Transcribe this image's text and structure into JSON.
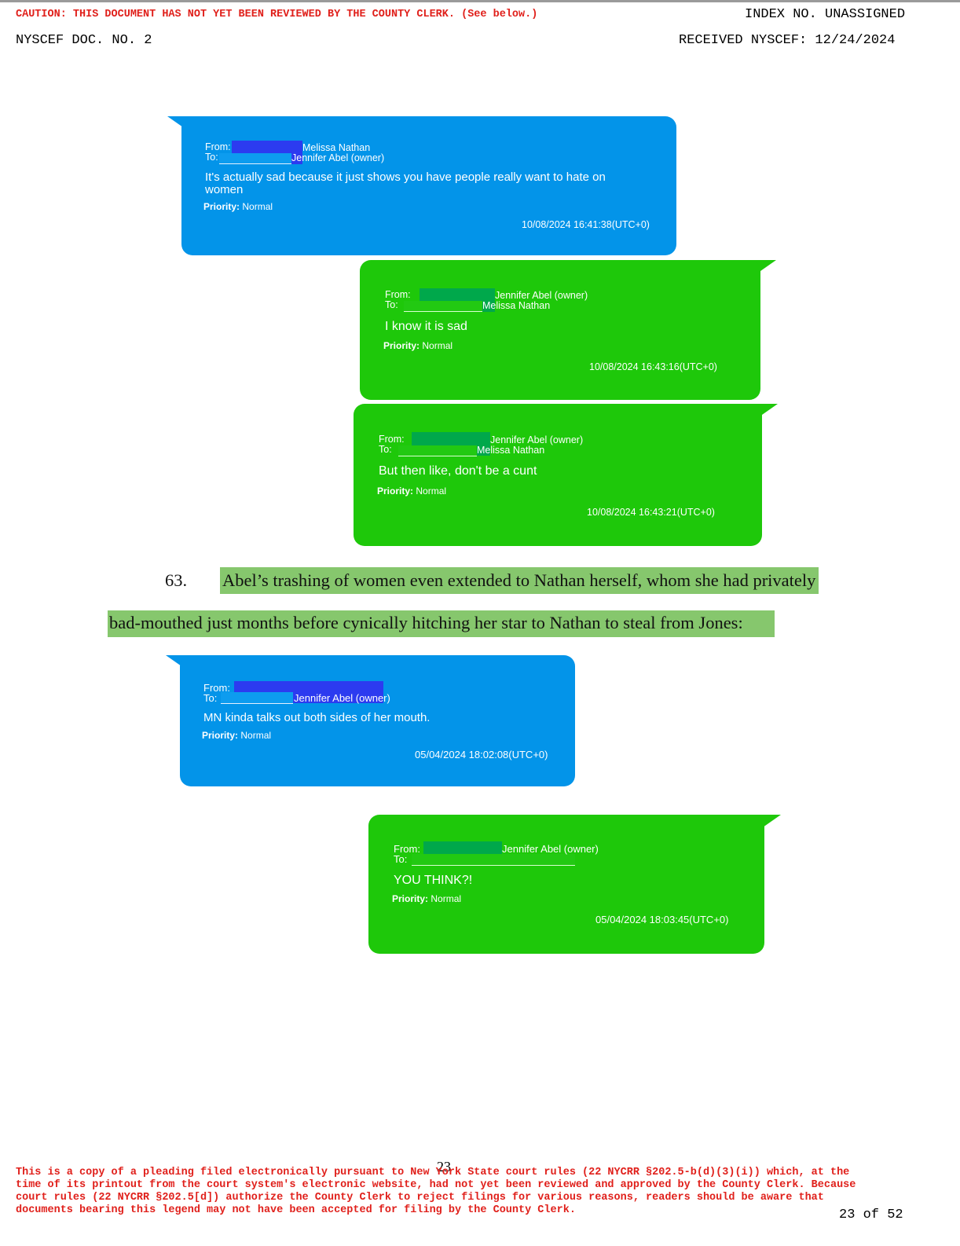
{
  "header": {
    "caution": "CAUTION: THIS DOCUMENT HAS NOT YET BEEN REVIEWED BY THE COUNTY CLERK. (See below.)",
    "index_no": "INDEX NO. UNASSIGNED",
    "doc_no": "NYSCEF DOC. NO. 2",
    "received": "RECEIVED NYSCEF: 12/24/2024"
  },
  "messages": [
    {
      "from_label": "From:",
      "to_label": "To:",
      "from_name": "Melissa  Nathan",
      "to_name": "Jennifer Abel (owner)",
      "text": "It's actually sad because it just shows you have people really want to hate on women",
      "priority_label": "Priority:",
      "priority": "Normal",
      "timestamp": "10/08/2024 16:41:38(UTC+0)",
      "color": "#0394e9"
    },
    {
      "from_label": "From:",
      "to_label": "To:",
      "from_name": "Jennifer Abel (owner)",
      "to_name": "Melissa  Nathan",
      "text": "I know it is sad",
      "priority_label": "Priority:",
      "priority": "Normal",
      "timestamp": "10/08/2024 16:43:16(UTC+0)",
      "color": "#1ec80a"
    },
    {
      "from_label": "From:",
      "to_label": "To:",
      "from_name": "Jennifer Abel (owner)",
      "to_name": "Melissa  Nathan",
      "text": "But then like, don't be a cunt",
      "priority_label": "Priority:",
      "priority": "Normal",
      "timestamp": "10/08/2024 16:43:21(UTC+0)",
      "color": "#1ec80a"
    },
    {
      "from_label": "From:",
      "to_label": "To:",
      "to_name": "Jennifer Abel (owner)",
      "text": "MN kinda talks out both sides of her mouth.",
      "priority_label": "Priority:",
      "priority": "Normal",
      "timestamp": "05/04/2024 18:02:08(UTC+0)",
      "color": "#0394e9"
    },
    {
      "from_label": "From:",
      "to_label": "To:",
      "from_name": "Jennifer Abel (owner)",
      "text": "YOU THINK?!",
      "priority_label": "Priority:",
      "priority": "Normal",
      "timestamp": "05/04/2024 18:03:45(UTC+0)",
      "color": "#1ec80a"
    }
  ],
  "paragraph": {
    "number": "63.",
    "line1": "Abel’s trashing of women even extended to Nathan herself, whom she had privately",
    "line2": "bad-mouthed just months before cynically hitching her star to Nathan to steal from Jones",
    "line2_end": ":",
    "highlight_color": "#86c76d"
  },
  "footer": {
    "page_number": "23",
    "legend": "This is a copy of a pleading filed electronically pursuant to New York State court rules (22 NYCRR §202.5-b(d)(3)(i)) which, at the time of its printout from the court system's electronic website, had not yet been reviewed and approved by the County Clerk. Because court rules (22 NYCRR §202.5[d]) authorize the County Clerk to reject filings for various reasons, readers should be aware that documents bearing this legend may not have been accepted for filing by the County Clerk.",
    "page_of": "23 of 52"
  }
}
